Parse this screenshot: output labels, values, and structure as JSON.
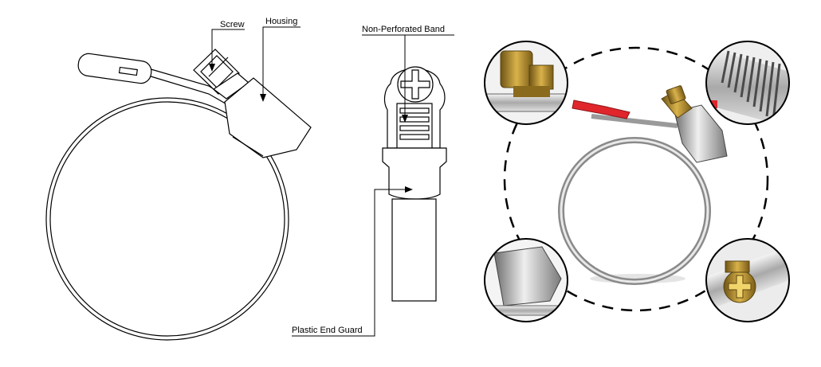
{
  "labels": {
    "screw": "Screw",
    "housing": "Housing",
    "band": "Non-Perforated Band",
    "guard": "Plastic End Guard"
  },
  "colors": {
    "line": "#000000",
    "steel_light": "#e6e6e6",
    "steel_mid": "#b8b8b8",
    "steel_dark": "#6e6e6e",
    "brass": "#b8902c",
    "brass_dark": "#6e5416",
    "red_guard": "#e0262b"
  },
  "icons": {
    "detail_top_left": "screw-housing-closeup-icon",
    "detail_top_right": "band-slots-closeup-icon",
    "detail_bottom_left": "housing-end-closeup-icon",
    "detail_bottom_right": "screw-head-closeup-icon"
  }
}
